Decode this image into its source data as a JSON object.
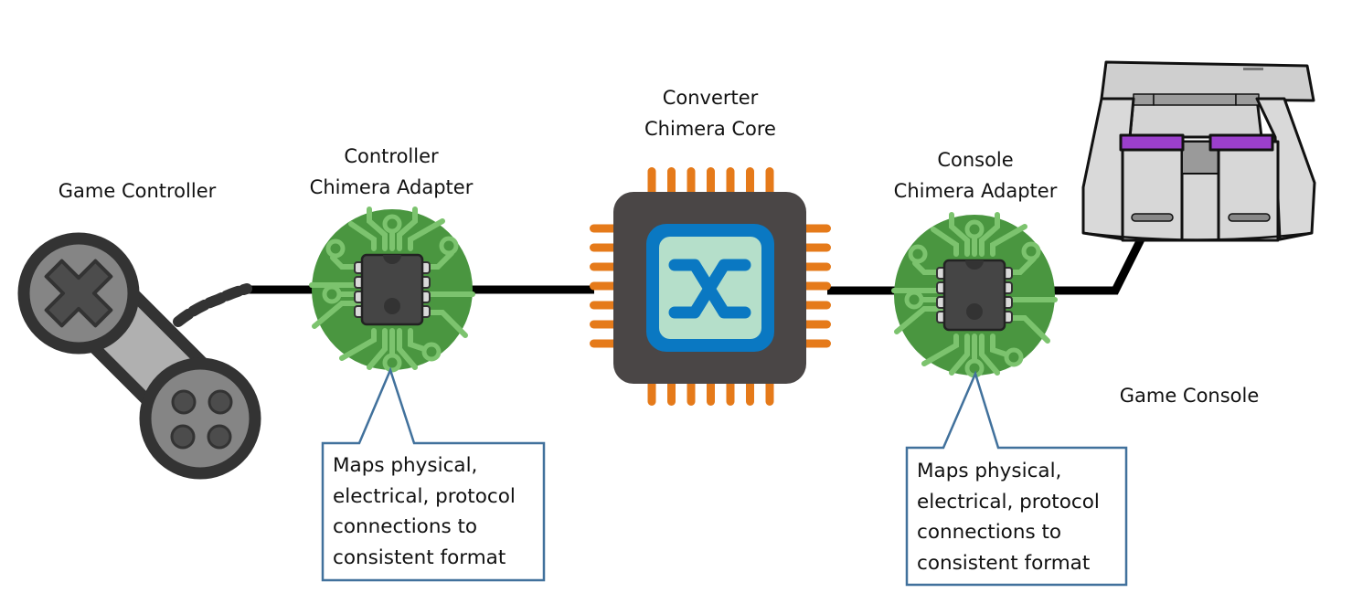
{
  "diagram": {
    "nodes": [
      {
        "id": "game-controller",
        "label_lines": [
          "Game Controller"
        ],
        "icon": "gamepad-icon"
      },
      {
        "id": "controller-adapter",
        "label_lines": [
          "Controller",
          "Chimera Adapter"
        ],
        "icon": "circuit-chip-icon"
      },
      {
        "id": "converter-core",
        "label_lines": [
          "Converter",
          "Chimera Core"
        ],
        "icon": "processor-icon",
        "center_glyph": "X"
      },
      {
        "id": "console-adapter",
        "label_lines": [
          "Console",
          "Chimera Adapter"
        ],
        "icon": "circuit-chip-icon"
      },
      {
        "id": "game-console",
        "label_lines": [
          "Game Console"
        ],
        "icon": "snes-console-icon"
      }
    ],
    "edges": [
      {
        "from": "game-controller",
        "to": "controller-adapter"
      },
      {
        "from": "controller-adapter",
        "to": "converter-core"
      },
      {
        "from": "converter-core",
        "to": "console-adapter"
      },
      {
        "from": "console-adapter",
        "to": "game-console"
      }
    ],
    "callouts": [
      {
        "target": "controller-adapter",
        "lines": [
          "Maps physical,",
          "electrical, protocol",
          "connections to",
          "consistent format"
        ]
      },
      {
        "target": "console-adapter",
        "lines": [
          "Maps physical,",
          "electrical, protocol",
          "connections to",
          "consistent format"
        ]
      }
    ],
    "colors": {
      "wire": "#000000",
      "callout_border": "#41719c",
      "pcb_green": "#4a9640",
      "pcb_trace": "#7cc36e",
      "core_body": "#4a4646",
      "core_pins": "#e57a1a",
      "core_frame": "#0a78c2",
      "core_fill": "#b5dfca",
      "console_button": "#9b3fcc"
    }
  }
}
